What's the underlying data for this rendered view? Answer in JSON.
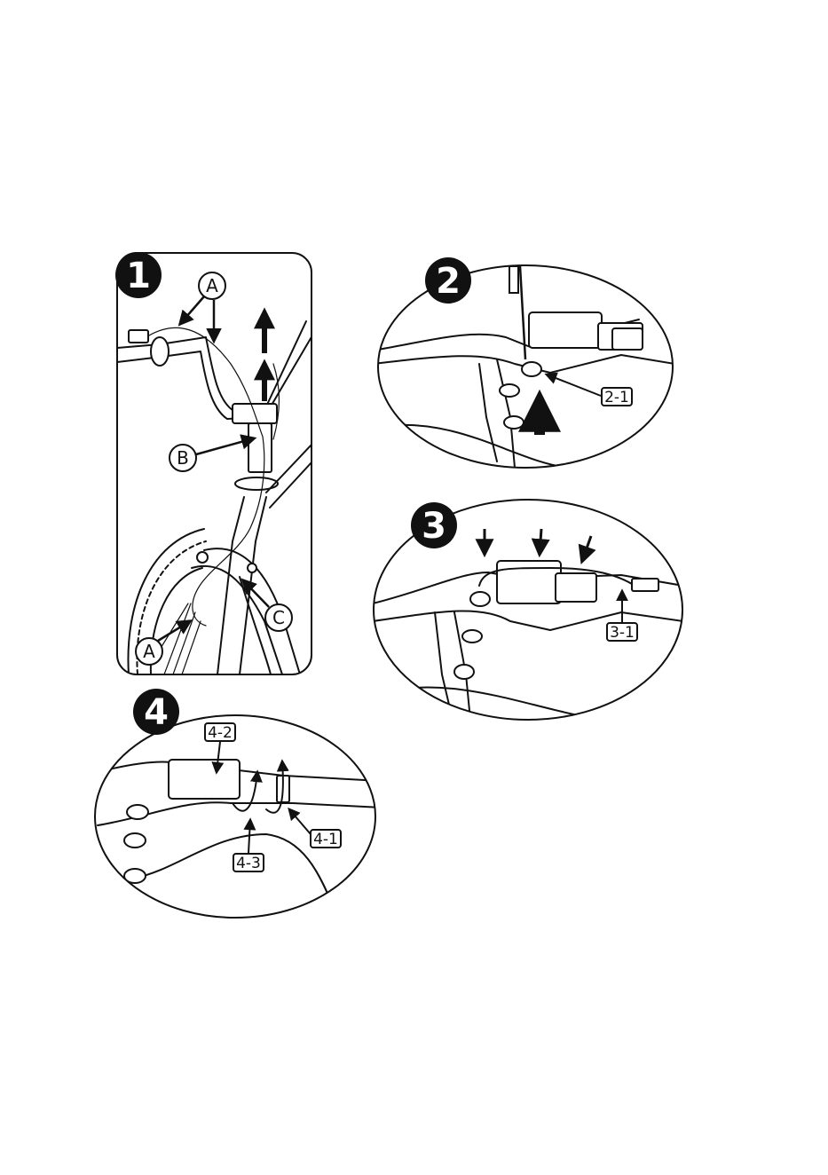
{
  "steps": [
    {
      "number": "1",
      "labels": [
        "A",
        "B",
        "A",
        "C"
      ]
    },
    {
      "number": "2",
      "labels": [
        "2-1"
      ]
    },
    {
      "number": "3",
      "labels": [
        "3-1"
      ]
    },
    {
      "number": "4",
      "labels": [
        "4-2",
        "4-1",
        "4-3"
      ]
    }
  ],
  "icons": [
    "arrow-icon",
    "bicycle-fork-illustration",
    "brake-lever-illustration"
  ],
  "colors": {
    "ink": "#111111",
    "background": "#ffffff"
  }
}
